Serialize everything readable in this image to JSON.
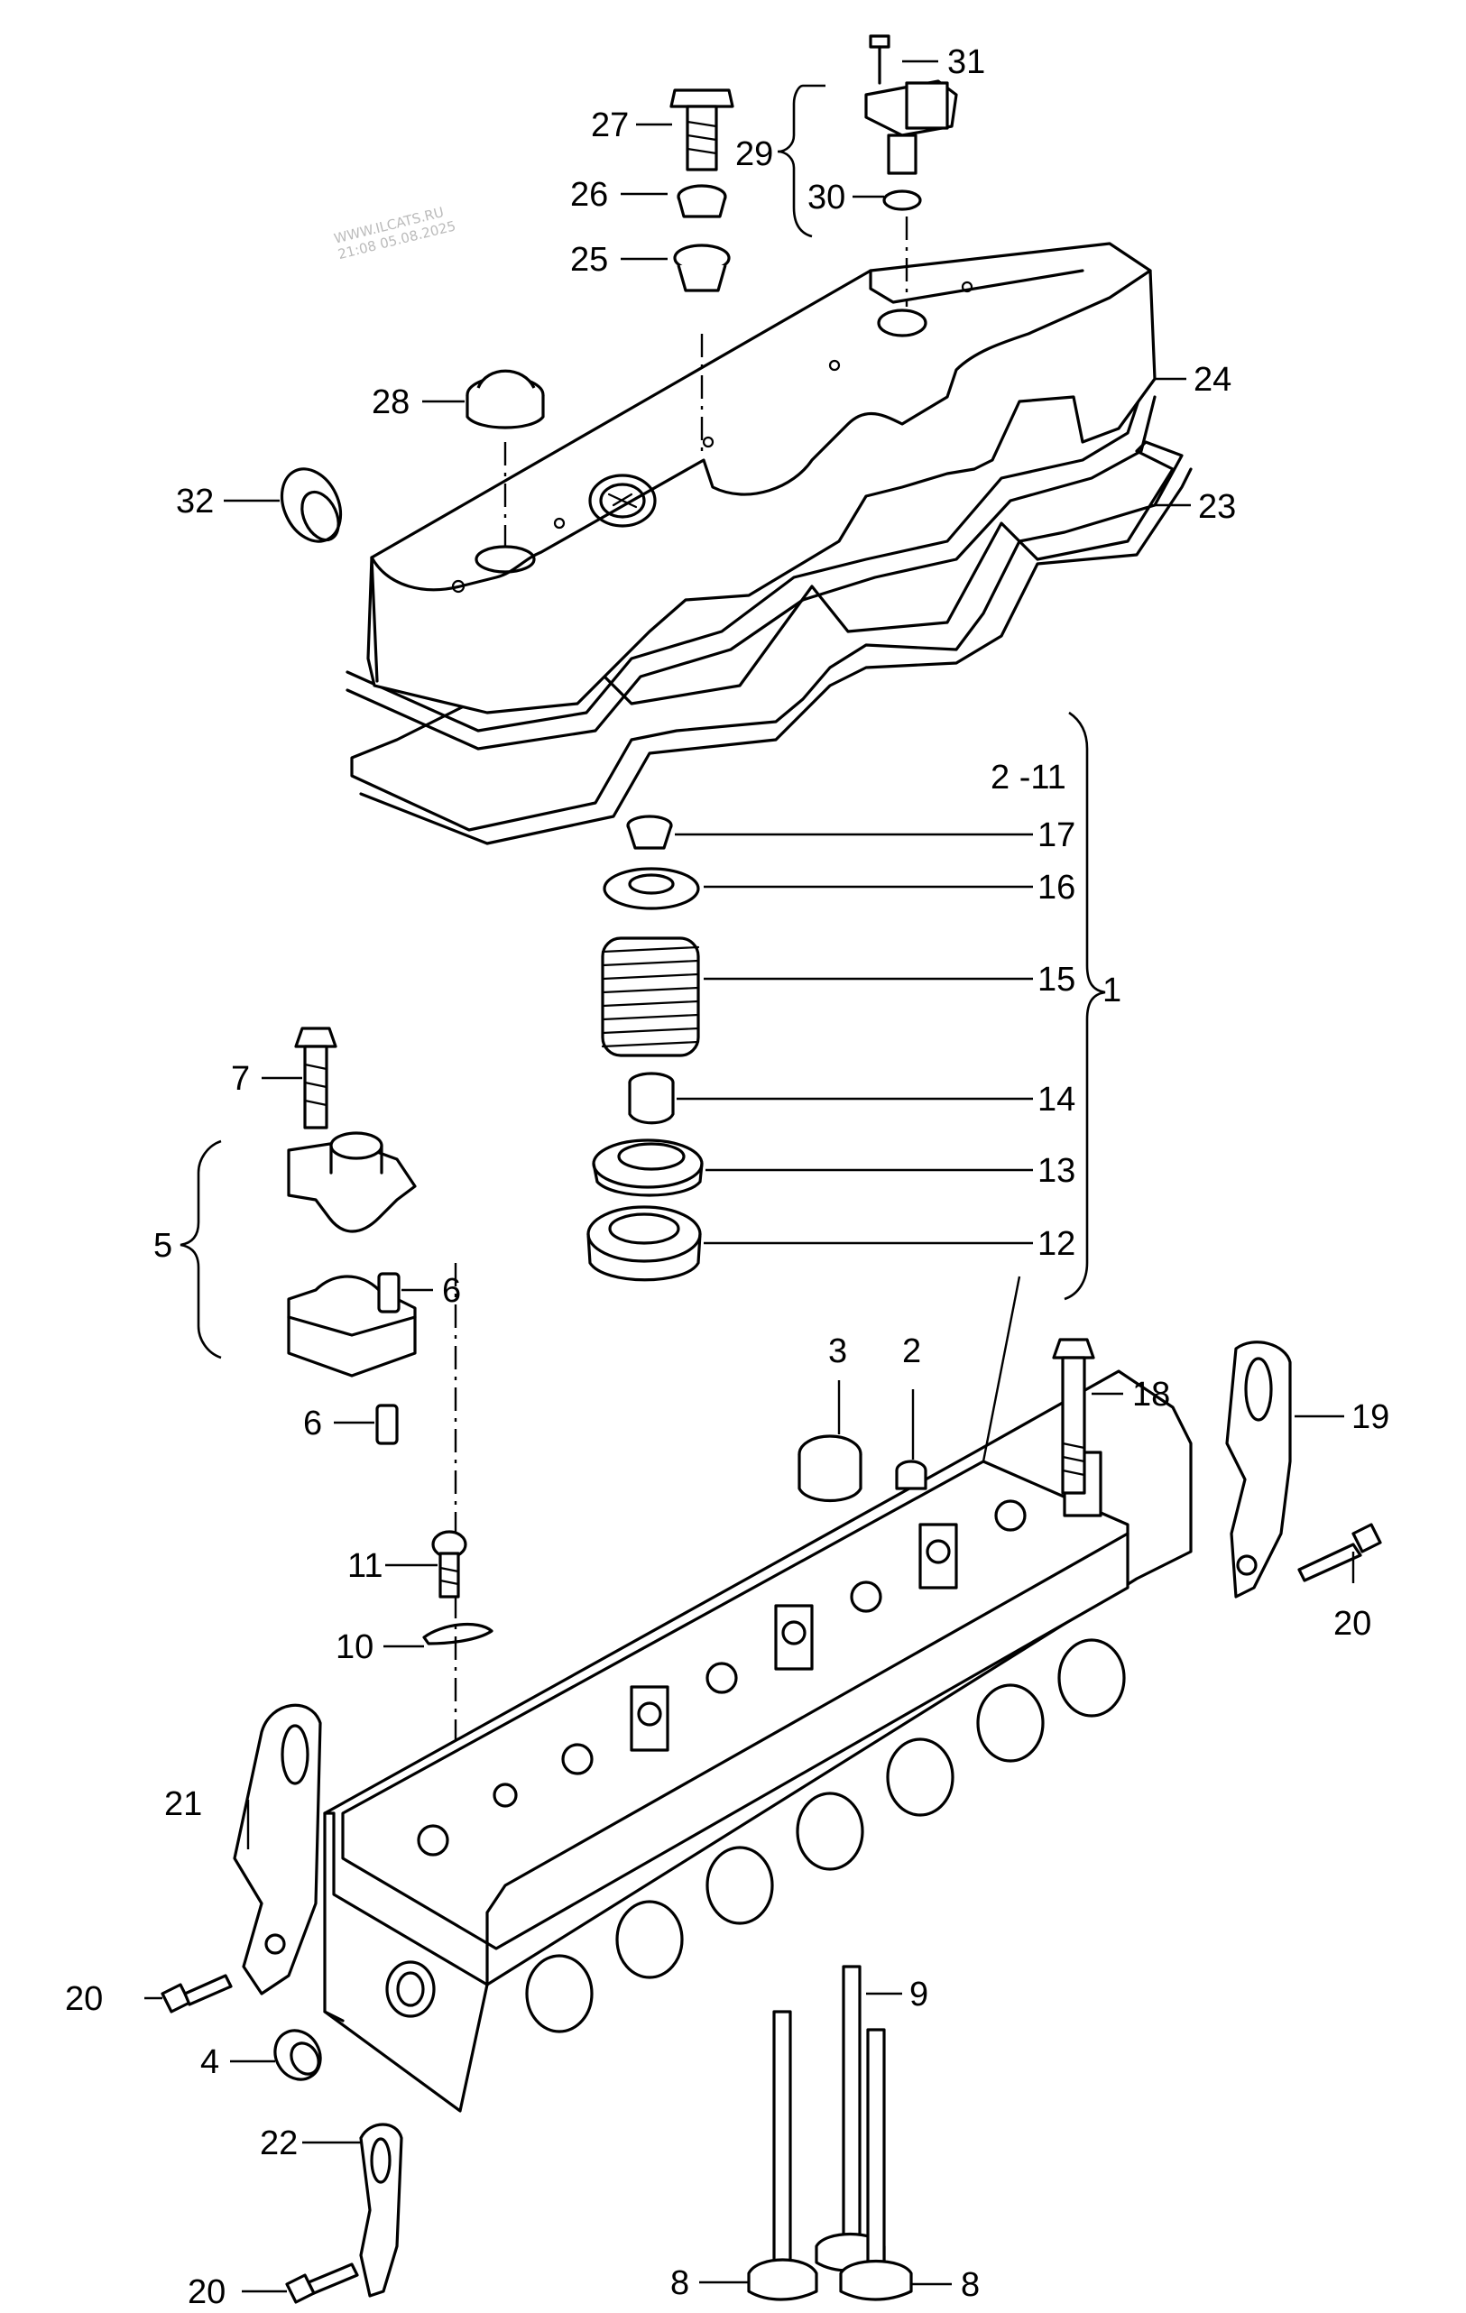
{
  "watermark": {
    "line1": "WWW.ILCATS.RU",
    "line2": "21:08 05.08.2025"
  },
  "callouts": [
    {
      "id": "c1",
      "text": "1"
    },
    {
      "id": "c2",
      "text": "2"
    },
    {
      "id": "c2-11",
      "text": "2 -11"
    },
    {
      "id": "c3",
      "text": "3"
    },
    {
      "id": "c4",
      "text": "4"
    },
    {
      "id": "c5",
      "text": "5"
    },
    {
      "id": "c6a",
      "text": "6"
    },
    {
      "id": "c6b",
      "text": "6"
    },
    {
      "id": "c7",
      "text": "7"
    },
    {
      "id": "c8a",
      "text": "8"
    },
    {
      "id": "c8b",
      "text": "8"
    },
    {
      "id": "c9",
      "text": "9"
    },
    {
      "id": "c10",
      "text": "10"
    },
    {
      "id": "c11",
      "text": "11"
    },
    {
      "id": "c12",
      "text": "12"
    },
    {
      "id": "c13",
      "text": "13"
    },
    {
      "id": "c14",
      "text": "14"
    },
    {
      "id": "c15",
      "text": "15"
    },
    {
      "id": "c16",
      "text": "16"
    },
    {
      "id": "c17",
      "text": "17"
    },
    {
      "id": "c18",
      "text": "18"
    },
    {
      "id": "c19",
      "text": "19"
    },
    {
      "id": "c20a",
      "text": "20"
    },
    {
      "id": "c20b",
      "text": "20"
    },
    {
      "id": "c20c",
      "text": "20"
    },
    {
      "id": "c21",
      "text": "21"
    },
    {
      "id": "c22",
      "text": "22"
    },
    {
      "id": "c23",
      "text": "23"
    },
    {
      "id": "c24",
      "text": "24"
    },
    {
      "id": "c25",
      "text": "25"
    },
    {
      "id": "c26",
      "text": "26"
    },
    {
      "id": "c27",
      "text": "27"
    },
    {
      "id": "c28",
      "text": "28"
    },
    {
      "id": "c29",
      "text": "29"
    },
    {
      "id": "c30",
      "text": "30"
    },
    {
      "id": "c31",
      "text": "31"
    },
    {
      "id": "c32",
      "text": "32"
    }
  ]
}
